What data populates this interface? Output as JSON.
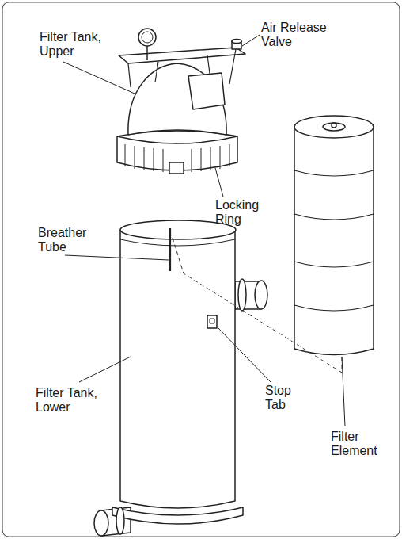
{
  "diagram": {
    "labels": [
      "Filter Tank, Upper",
      "Air Release Valve",
      "Locking Ring",
      "Breather Tube",
      "Stop Tab",
      "Filter Tank, Lower",
      "Filter Element"
    ]
  }
}
